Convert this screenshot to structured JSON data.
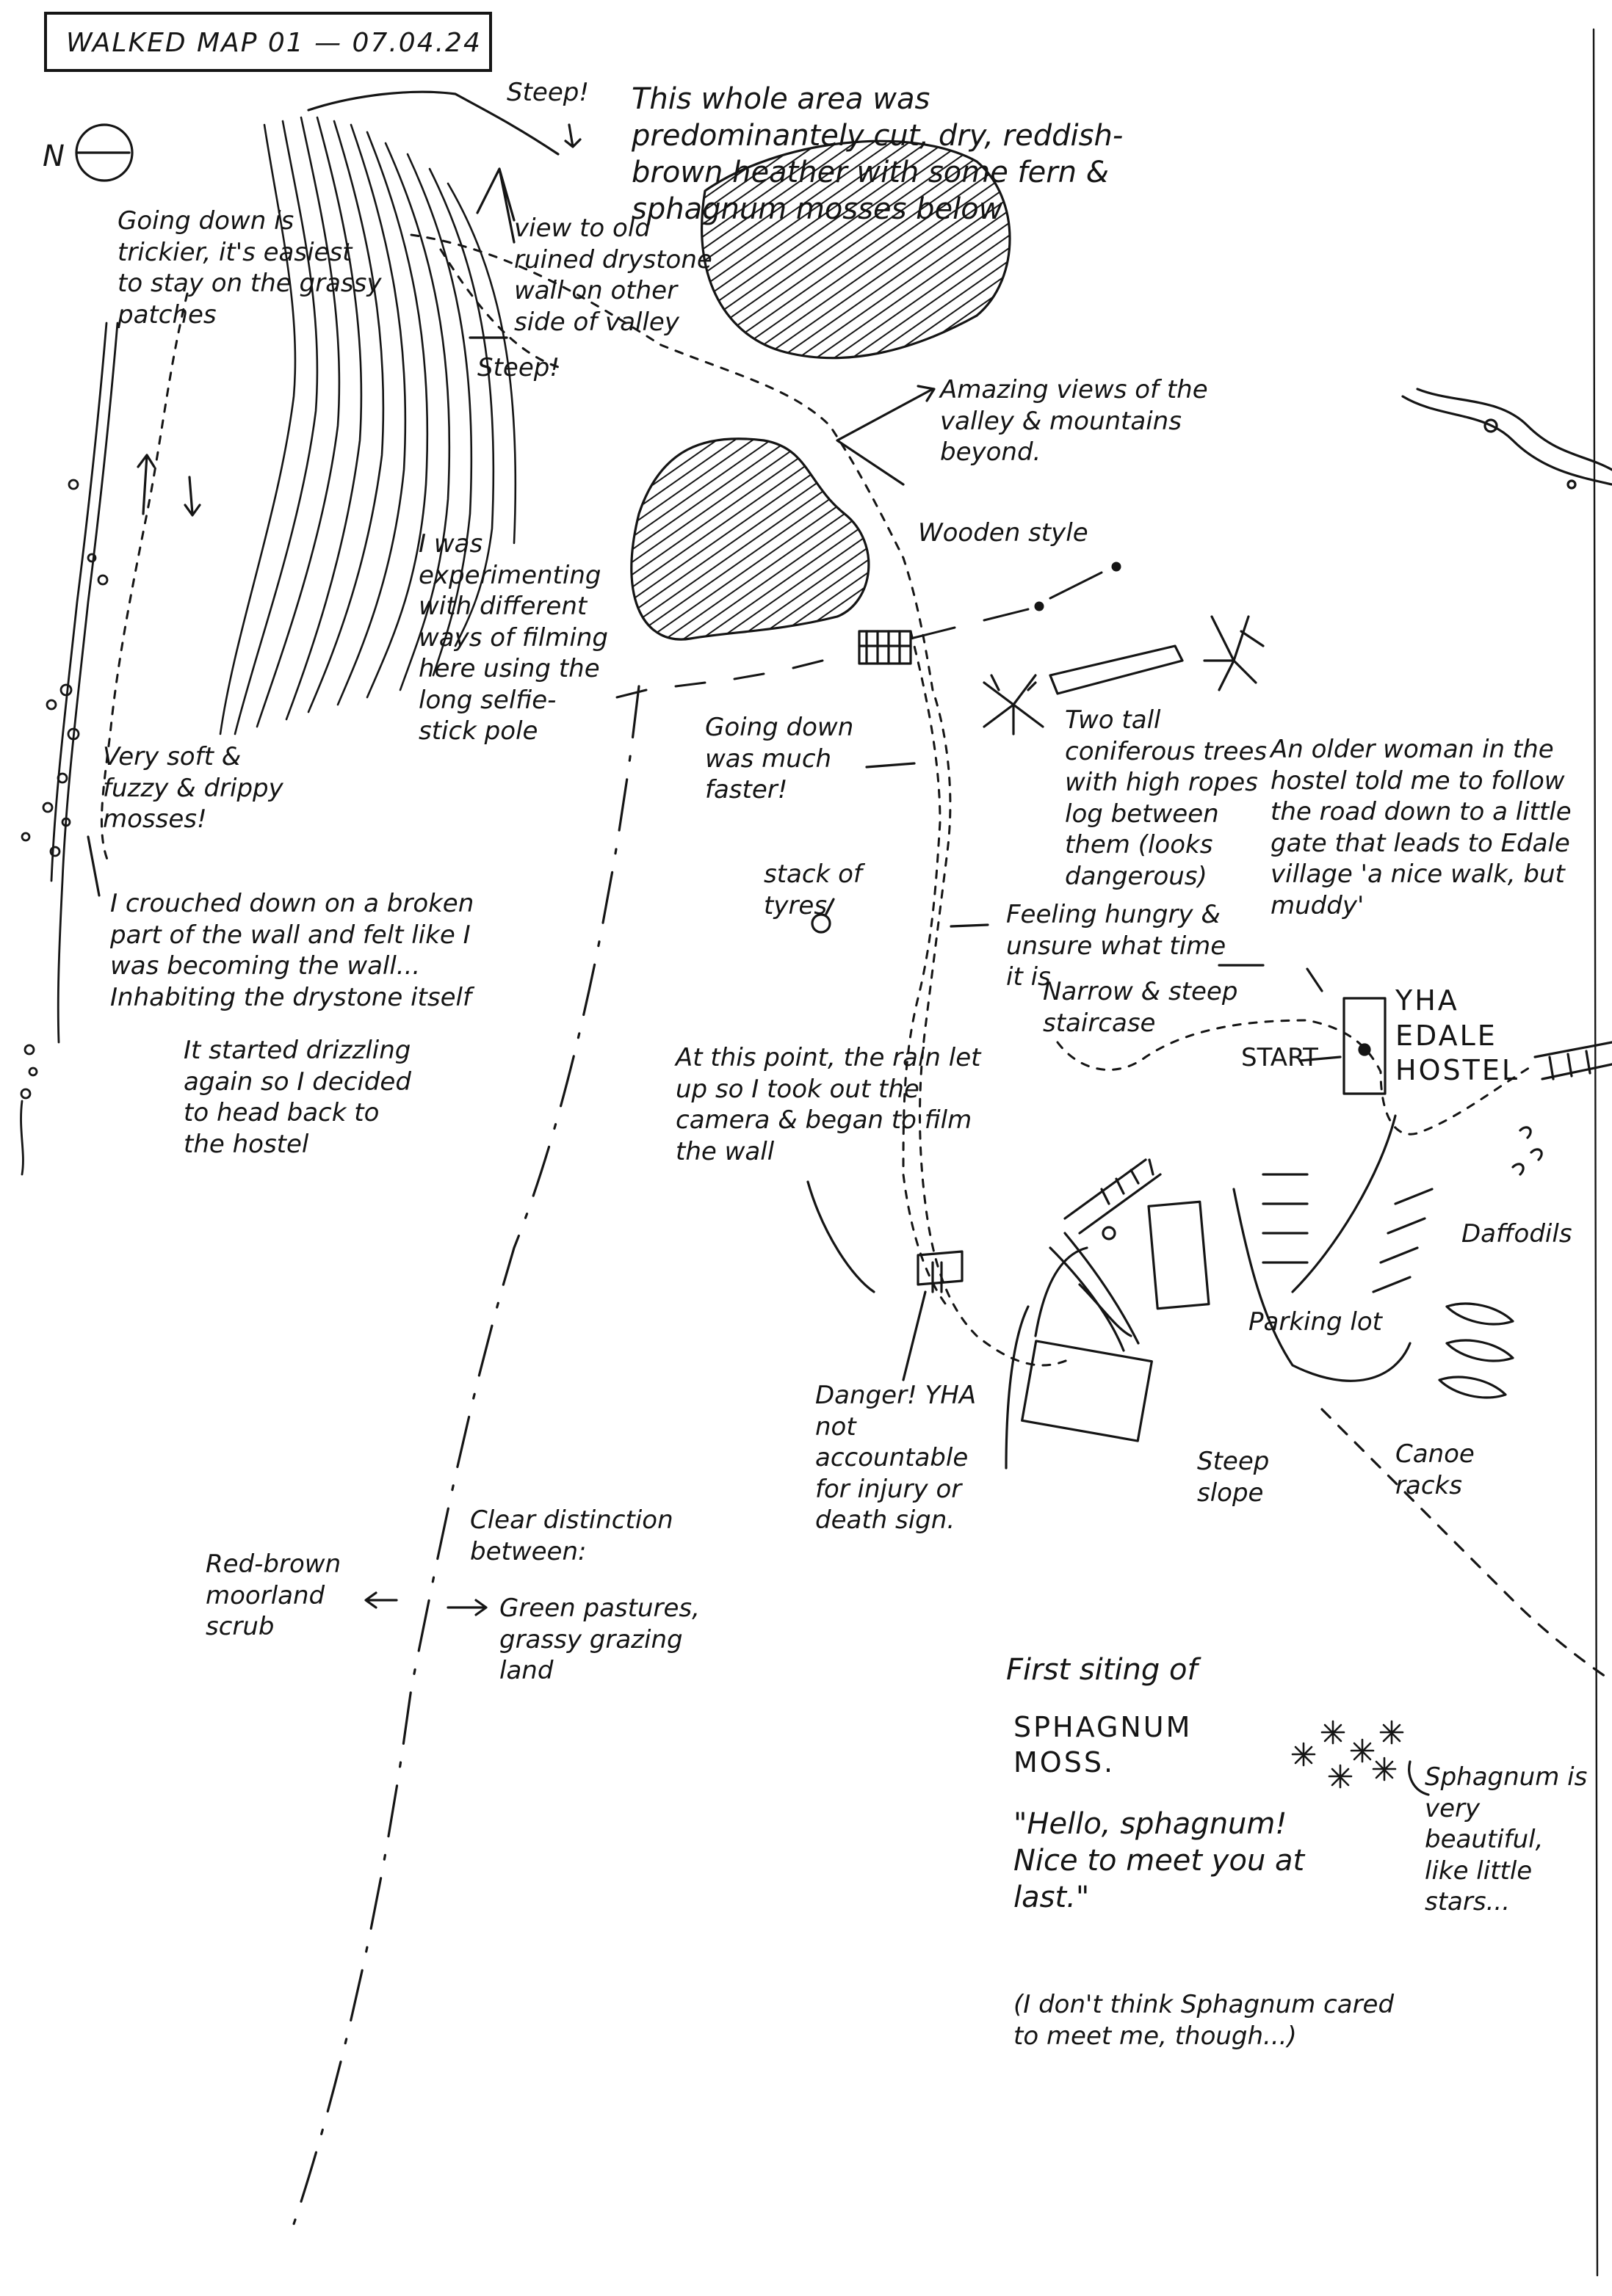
{
  "title": "WALKED MAP 01 — 07.04.24",
  "compass_label": "N",
  "notes": {
    "steep_top": "Steep!",
    "heather": "This whole area was predominantely cut, dry, reddish-brown heather with some fern & sphagnum mosses below",
    "going_down_tricky": "Going down is trickier, it's easiest to stay on the grassy patches",
    "view_wall": "view to old ruined drystone wall on other side of valley",
    "steep_mid": "Steep!",
    "amazing_views": "Amazing views of the valley & mountains beyond.",
    "experimenting": "I was experimenting with different ways of filming here using the long selfie-stick pole",
    "wooden_style": "Wooden style",
    "going_down_faster": "Going down was much faster!",
    "two_trees": "Two tall coniferous trees with high ropes log between them (looks dangerous)",
    "older_woman": "An older woman in the hostel told me to follow the road down to a little gate that leads to Edale village 'a nice walk, but muddy'",
    "soft_mosses": "Very soft & fuzzy & drippy mosses!",
    "crouched": "I crouched down on a broken part of the wall and felt like I was becoming the wall... Inhabiting the drystone itself",
    "stack_tyres": "stack of tyres",
    "hungry": "Feeling hungry & unsure what time it is",
    "drizzling": "It started drizzling again so I decided to head back to the hostel",
    "narrow_steep": "Narrow & steep staircase",
    "start": "START",
    "yha": "YHA EDALE HOSTEL",
    "rain_let_up": "At this point, the rain let up so I took out the camera & began to film the wall",
    "daffodils": "Daffodils",
    "parking": "Parking lot",
    "danger": "Danger! YHA not accountable for injury or death sign.",
    "steep_slope": "Steep slope",
    "canoe": "Canoe racks",
    "clear_distinction": "Clear distinction between:",
    "red_brown": "Red-brown moorland scrub",
    "green_pastures": "Green pastures, grassy grazing land",
    "first_siting": "First siting of",
    "sphagnum_caps": "SPHAGNUM MOSS.",
    "hello": "\"Hello, sphagnum! Nice to meet you at last.\"",
    "dont_think": "(I don't think Sphagnum cared to meet me, though...)",
    "sphagnum_beautiful": "Sphagnum is very beautiful, like little stars..."
  }
}
